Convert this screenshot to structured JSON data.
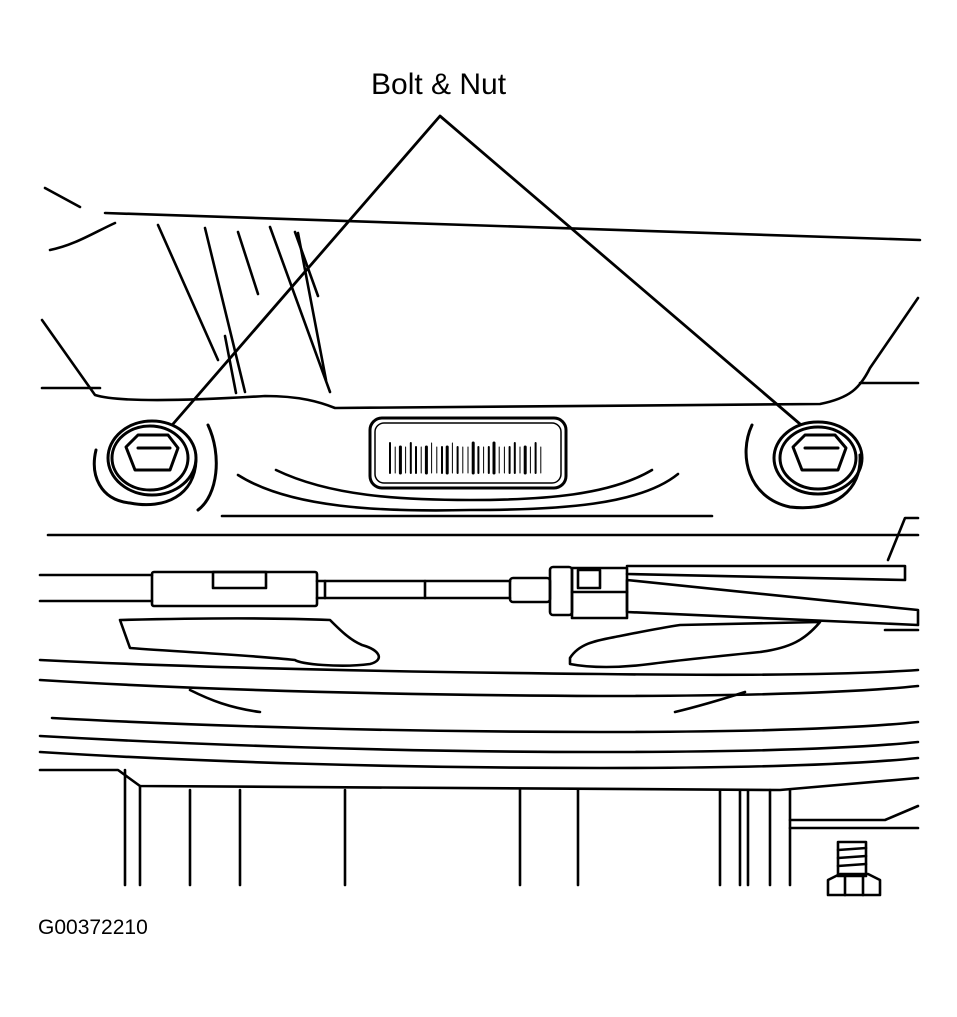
{
  "callout": {
    "label": "Bolt & Nut"
  },
  "figure_id": "G00372210",
  "colors": {
    "ink": "#000000",
    "paper": "#ffffff"
  },
  "parts": [
    "left-bolt-nut",
    "right-bolt-nut",
    "label-plate",
    "control-cable",
    "shield-panel",
    "threaded-stud"
  ]
}
